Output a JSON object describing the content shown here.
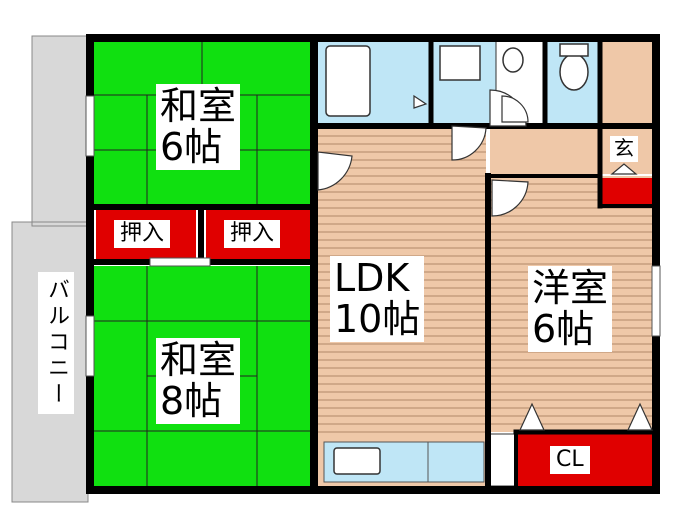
{
  "rooms": {
    "washitsu6": {
      "name": "和室",
      "size": "6帖"
    },
    "washitsu8": {
      "name": "和室",
      "size": "8帖"
    },
    "ldk": {
      "name": "LDK",
      "size": "10帖"
    },
    "youshitsu": {
      "name": "洋室",
      "size": "6帖"
    }
  },
  "closets": {
    "oshiire_left": "押入",
    "oshiire_right": "押入",
    "cl": "CL"
  },
  "genkan": "玄",
  "balcony": "バルコニー",
  "colors": {
    "tatami": "#10e010",
    "floor": "#efc8a8",
    "storage": "#e00000",
    "wet_area": "#bfe6f6",
    "balcony": "#d8d8d8",
    "wall": "#000000"
  }
}
